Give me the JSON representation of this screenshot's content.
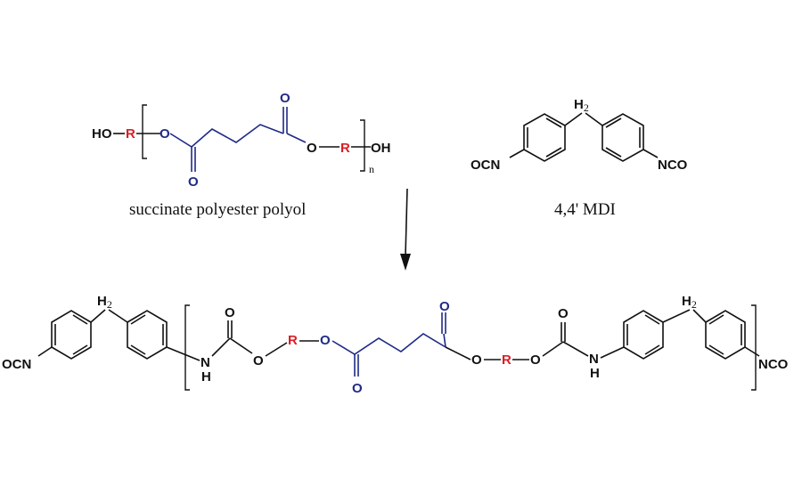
{
  "colors": {
    "black": "#111111",
    "red": "#d81f26",
    "blue": "#1f2a86"
  },
  "polyol": {
    "ho": "HO",
    "r1": "R",
    "o1": "O",
    "o_carbonyl1": "O",
    "o_carbonyl2": "O",
    "o2": "O",
    "r2": "R",
    "oh": "OH",
    "n": "n",
    "caption": "succinate polyester polyol"
  },
  "mdi": {
    "ch2": "H",
    "ch2_sub": "2",
    "ocn": "OCN",
    "nco": "NCO",
    "caption": "4,4' MDI"
  },
  "product": {
    "ch2_left": "H",
    "ch2_left_sub": "2",
    "ocn": "OCN",
    "nh_left_n": "N",
    "nh_left_h": "H",
    "o_urethane_left": "O",
    "o_ester_left": "O",
    "r_left": "R",
    "o_link_left": "O",
    "o_carbonyl_left": "O",
    "o_carbonyl_right": "O",
    "o_link_right": "O",
    "r_right": "R",
    "o_ester_right": "O",
    "o_urethane_right": "O",
    "nh_right_n": "N",
    "nh_right_h": "H",
    "ch2_right": "H",
    "ch2_right_sub": "2",
    "nco": "NCO"
  }
}
